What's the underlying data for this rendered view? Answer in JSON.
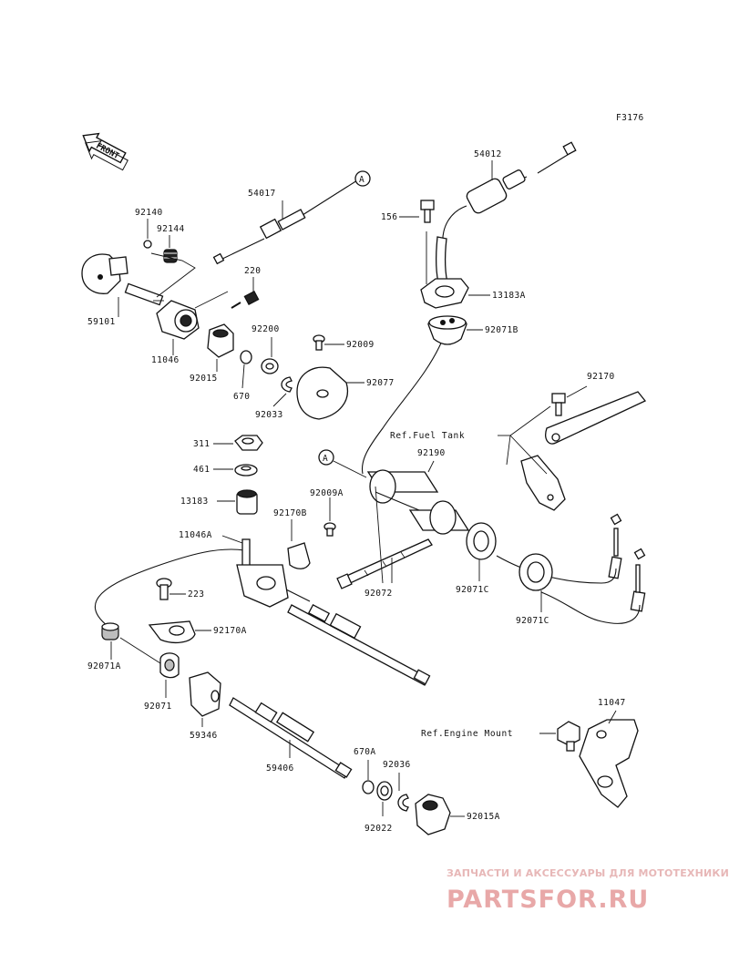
{
  "figure_code": "F3176",
  "front_label": "FRONT",
  "callout_a": "A",
  "parts": {
    "p54012": "54012",
    "p54017": "54017",
    "p92140": "92140",
    "p92144": "92144",
    "p156": "156",
    "p220": "220",
    "p13183a": "13183A",
    "p59101": "59101",
    "p92200": "92200",
    "p92071b": "92071B",
    "p11046": "11046",
    "p92009": "92009",
    "p92015": "92015",
    "p92077": "92077",
    "p670": "670",
    "p92033": "92033",
    "p92170": "92170",
    "p311": "311",
    "p461": "461",
    "p92190": "92190",
    "p13183": "13183",
    "p92009a": "92009A",
    "p92170b": "92170B",
    "p11046a": "11046A",
    "p223": "223",
    "p92072": "92072",
    "p92071c_1": "92071C",
    "p92071c_2": "92071C",
    "p92170a": "92170A",
    "p92071a": "92071A",
    "p92071": "92071",
    "p11047": "11047",
    "p59346": "59346",
    "p59406": "59406",
    "p670a": "670A",
    "p92036": "92036",
    "p92022": "92022",
    "p92015a": "92015A"
  },
  "refs": {
    "fuel_tank": "Ref.Fuel Tank",
    "engine_mount": "Ref.Engine Mount"
  },
  "watermark": {
    "tagline": "ЗАПЧАСТИ И АКСЕССУАРЫ ДЛЯ МОТОТЕХНИКИ",
    "brand": "PARTSFOR.RU",
    "color": "#e8a8a8"
  }
}
